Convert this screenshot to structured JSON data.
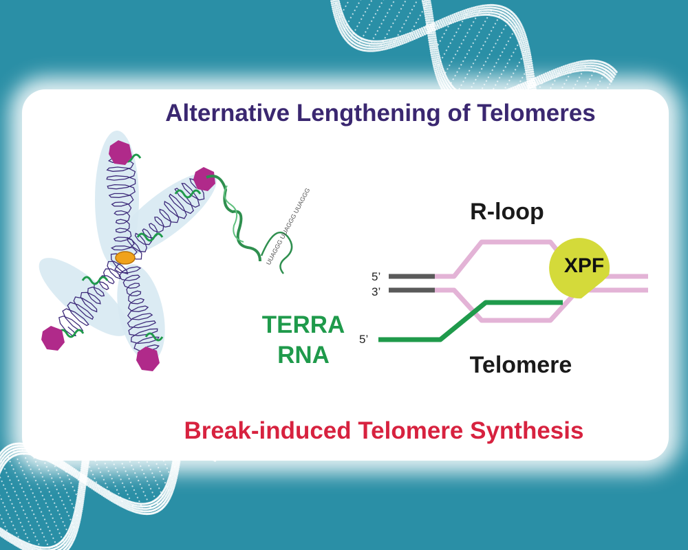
{
  "title": "Alternative Lengthening of Telomeres",
  "subtitle": "Break-induced Telomere Synthesis",
  "rloop_label": "R-loop",
  "telomere_label": "Telomere",
  "xpf_label": "XPF",
  "terra_line1": "TERRA",
  "terra_line2": "RNA",
  "strand_5_top": "5’",
  "strand_3_top": "3’",
  "rna_5": "5’",
  "rna_sequence": "UUAGGG UUAGGG UUAGGG",
  "colors": {
    "background": "#2a8fa6",
    "title": "#3a2770",
    "subtitle": "#d7223f",
    "terra": "#1f9a4b",
    "rloop_strand": "#e3b3d6",
    "dna_end": "#5a5a5a",
    "xpf": "#d4da3a",
    "telomere_cap": "#b02a8a"
  }
}
